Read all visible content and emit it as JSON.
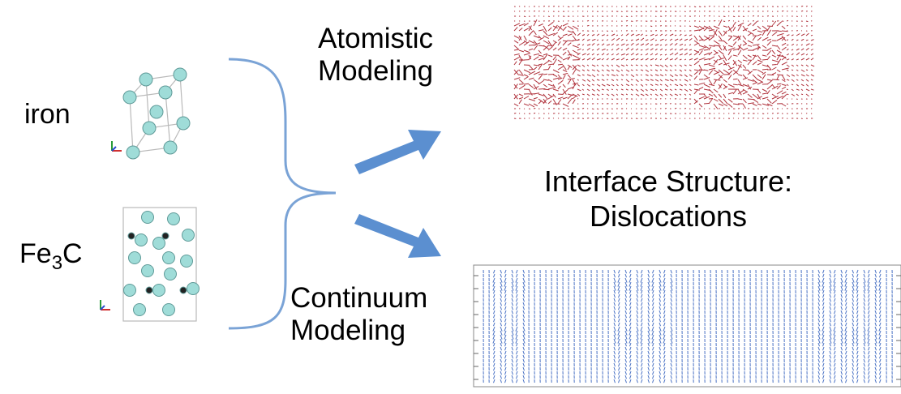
{
  "materials": {
    "iron_label": "iron",
    "fe3c_label_main": "Fe",
    "fe3c_label_sub": "3",
    "fe3c_label_tail": "C"
  },
  "methods": {
    "atomistic_line1": "Atomistic",
    "atomistic_line2": "Modeling",
    "continuum_line1": "Continuum",
    "continuum_line2": "Modeling"
  },
  "result": {
    "title_line1": "Interface Structure:",
    "title_line2": "Dislocations"
  },
  "colors": {
    "atom_fe": "#9fdcd8",
    "atom_c": "#222222",
    "brace": "#7aa3d6",
    "arrow": "#5b8fd0",
    "atomistic_vectors": "#b0323c",
    "continuum_vectors": "#4a72c4"
  }
}
